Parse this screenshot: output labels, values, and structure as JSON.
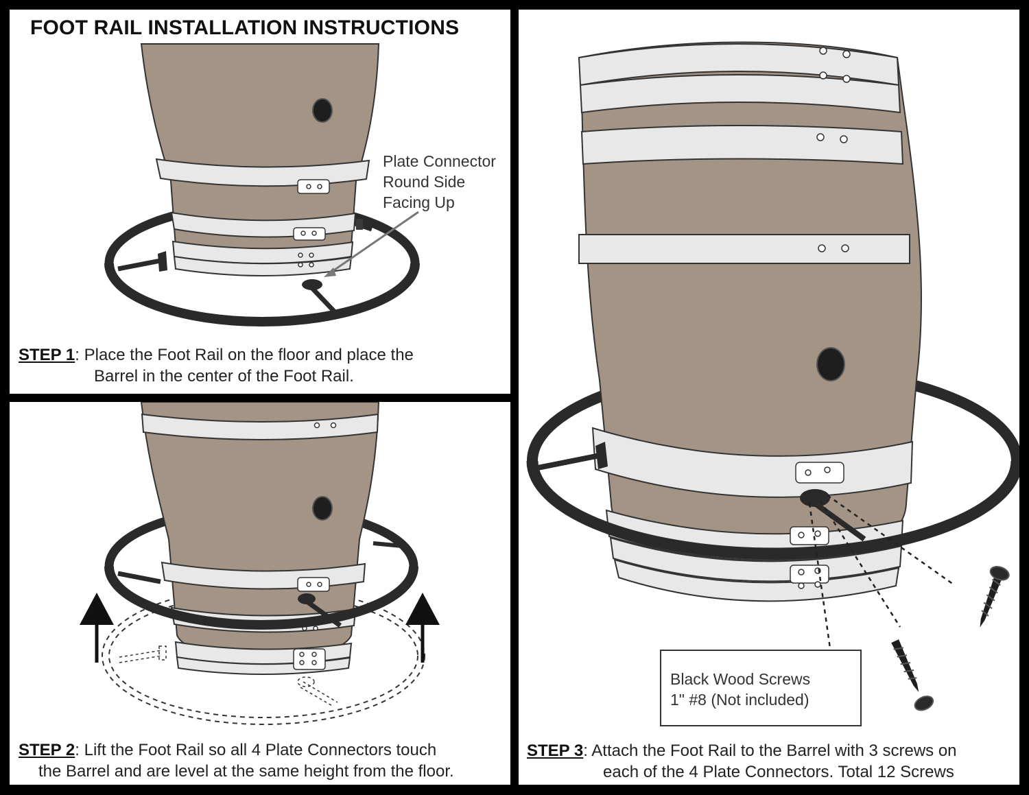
{
  "title": "FOOT RAIL INSTALLATION INSTRUCTIONS",
  "steps": [
    {
      "label": "STEP 1",
      "line1": ": Place the Foot Rail on the floor and place the",
      "line2": "Barrel in the center of the Foot Rail."
    },
    {
      "label": "STEP 2",
      "line1": ": Lift the Foot Rail so all 4 Plate Connectors touch",
      "line2": "the Barrel and are level at the same height from the floor."
    },
    {
      "label": "STEP 3",
      "line1": ": Attach the Foot Rail to the Barrel with 3 screws on",
      "line2": "each of the 4 Plate Connectors. Total 12 Screws"
    }
  ],
  "callout_plate": [
    "Plate Connector",
    "Round Side",
    "Facing Up"
  ],
  "callout_screws": [
    "Black Wood Screws",
    "1\" #8 (Not included)"
  ],
  "colors": {
    "barrel_wood": "#a49485",
    "barrel_band": "#e8e8e8",
    "rail": "#2a2a2a",
    "outline": "#333333",
    "panel_border": "#000000"
  }
}
